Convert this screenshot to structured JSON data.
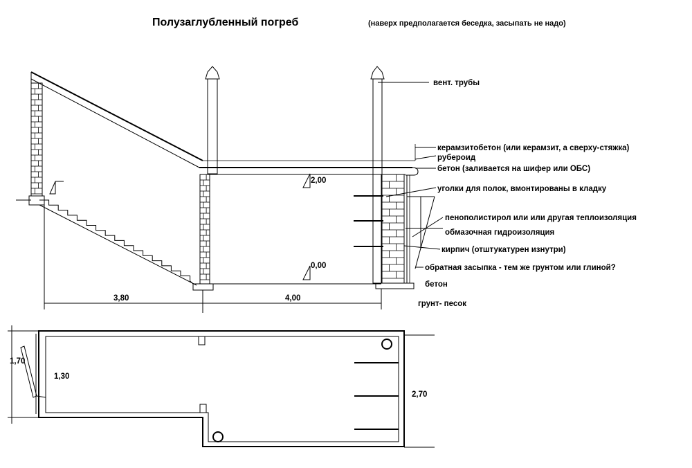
{
  "title": "Полузаглубленный погреб",
  "subtitle": "(наверх предполагается беседка, засыпать не надо)",
  "labels": {
    "vent": "вент. трубы",
    "keramzitobeton": "керамзитобетон (или керамзит, а сверху-стяжка)",
    "ruberoid": "рубероид",
    "beton_top": "бетон (заливается на шифер или ОБС)",
    "ugolki": "уголки для полок, вмонтированы в кладку",
    "penopolistirol": "пенополистирол или  или другая теплоизоляция",
    "obmazochnaya": "обмазочная гидроизоляция",
    "kirpich": "кирпич (отштукатурен изнутри)",
    "zasypka": "обратная засыпка - тем же грунтом или глиной?",
    "beton_bottom": "бетон",
    "grunt": "грунт- песок"
  },
  "levels": {
    "top": "2,00",
    "bottom": "0,00"
  },
  "dimensions": {
    "stair_length": "3,80",
    "cellar_length": "4,00",
    "plan_entry_outer": "1,70",
    "plan_entry_inner": "1,30",
    "plan_cellar_width": "2,70"
  }
}
